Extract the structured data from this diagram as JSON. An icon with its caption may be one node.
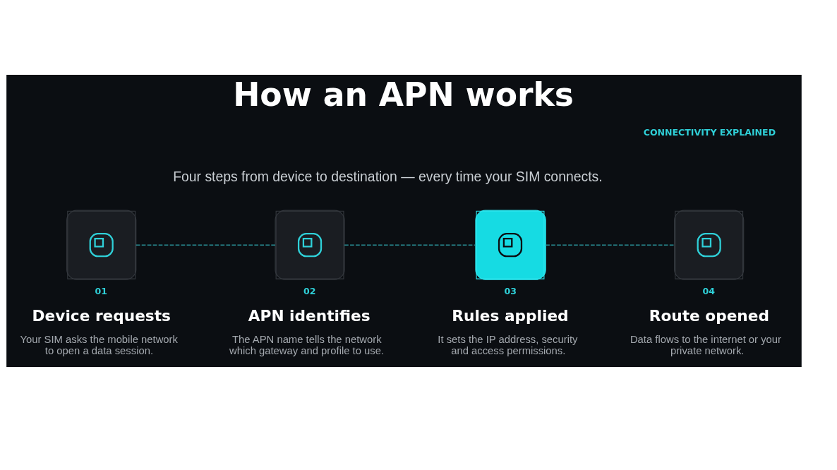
{
  "diagram": {
    "title": "How an APN works",
    "nodes": [
      {
        "text": [
          "01",
          "Device requests",
          "Your SIM asks the mobile network to open a data session."
        ]
      },
      {
        "text": [
          "02",
          "APN identifies",
          "The APN name tells the network which gateway and profile to use."
        ]
      },
      {
        "text": [
          "03",
          "Rules applied",
          "It sets the IP address, security and access permissions."
        ]
      },
      {
        "text": [
          "04",
          "Route opened",
          "Data flows to the internet or your private network."
        ]
      }
    ],
    "edges": [
      {
        "from": 0,
        "to": 1,
        "arrow": "none",
        "style": "dashed"
      },
      {
        "from": 1,
        "to": 2,
        "arrow": "none",
        "style": "dashed"
      },
      {
        "from": 2,
        "to": 3,
        "arrow": "none",
        "style": "dashed"
      }
    ],
    "labels": [
      "CONNECTIVITY EXPLAINED",
      "Four steps from device to destination — every time your SIM connects."
    ]
  }
}
